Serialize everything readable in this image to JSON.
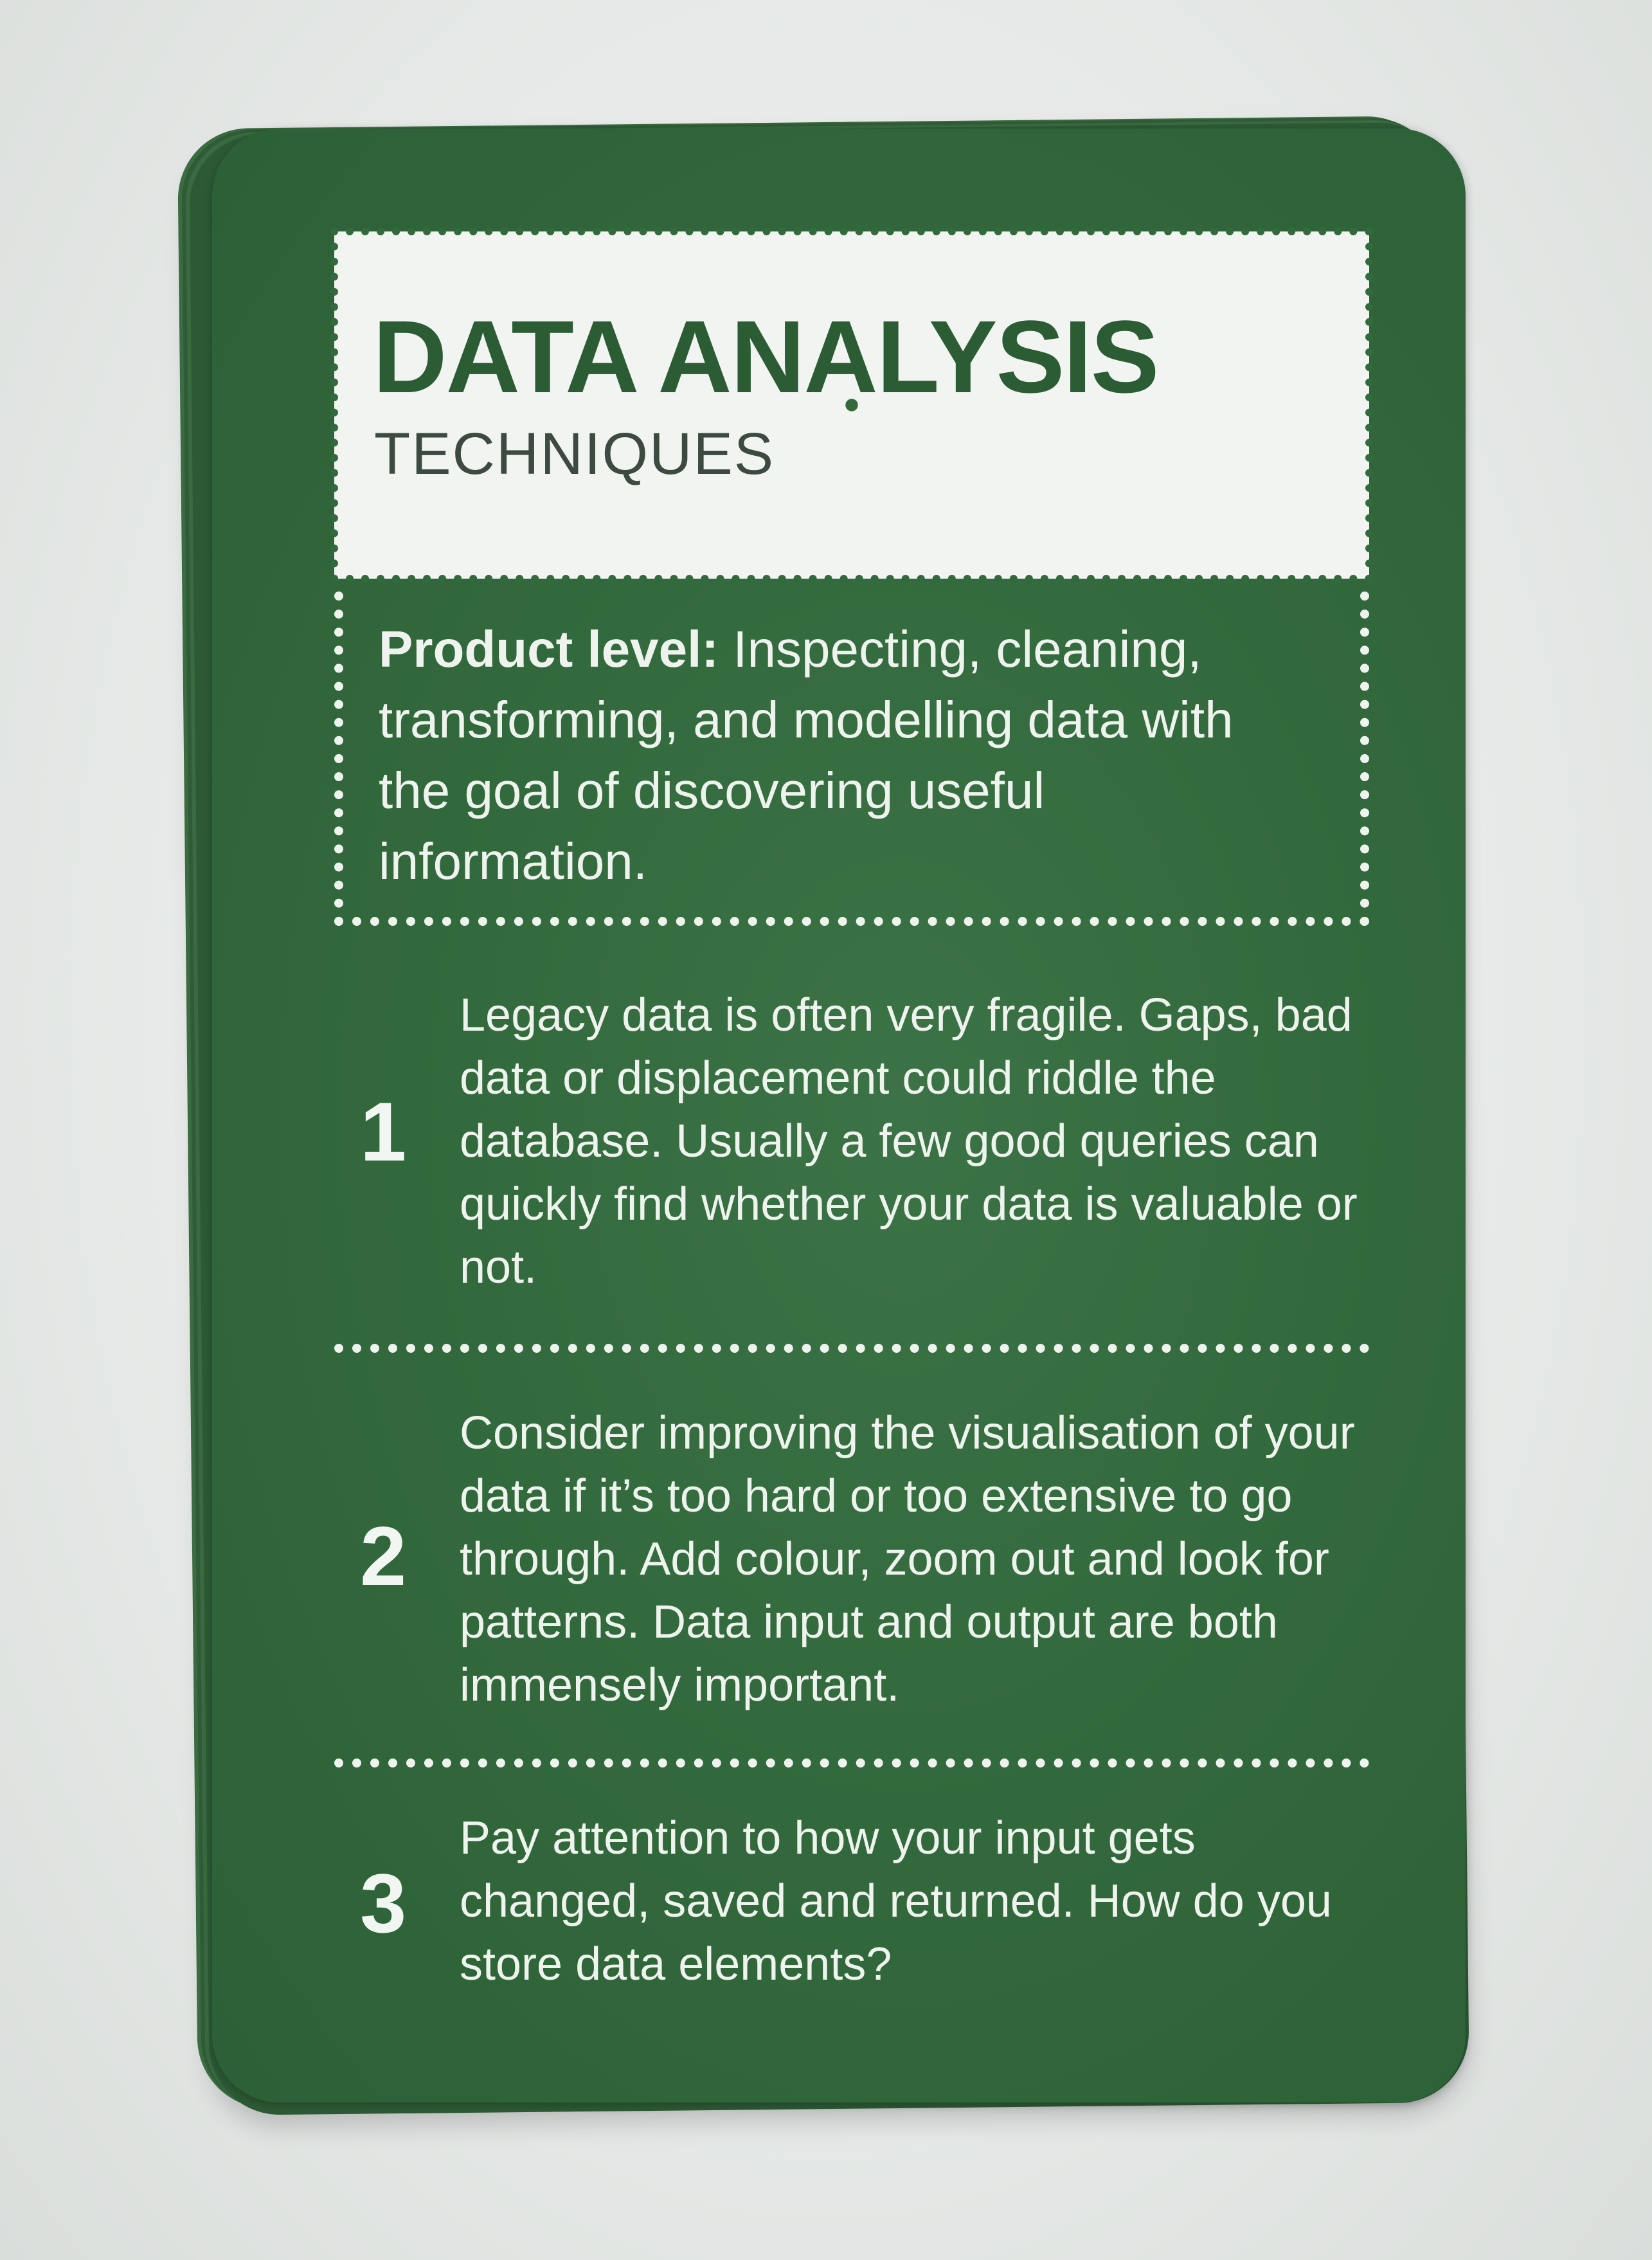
{
  "card": {
    "title": "DATA ANALYSIS",
    "subtitle": "TECHNIQUES",
    "product_label": "Product level:",
    "product_text": "Inspecting, cleaning, transforming, and modelling data with the goal of discovering useful information.",
    "tips": [
      {
        "number": "1",
        "text": "Legacy data is often very fragile. Gaps, bad data or displacement could riddle the database. Usually a few good queries can quickly find whether your data is valuable or not."
      },
      {
        "number": "2",
        "text": "Consider improving the visualisation of your  data if it’s too hard or too extensive to go through. Add colour, zoom out and look for patterns. Data input and output are both immensely important."
      },
      {
        "number": "3",
        "text": "Pay attention to how your input gets changed, saved and returned. How do you store data elements?"
      }
    ]
  },
  "colors": {
    "card_green": "#336a3d",
    "title_green": "#2b5c34",
    "text_light": "#eef3ee",
    "background": "#e6e9e7"
  }
}
